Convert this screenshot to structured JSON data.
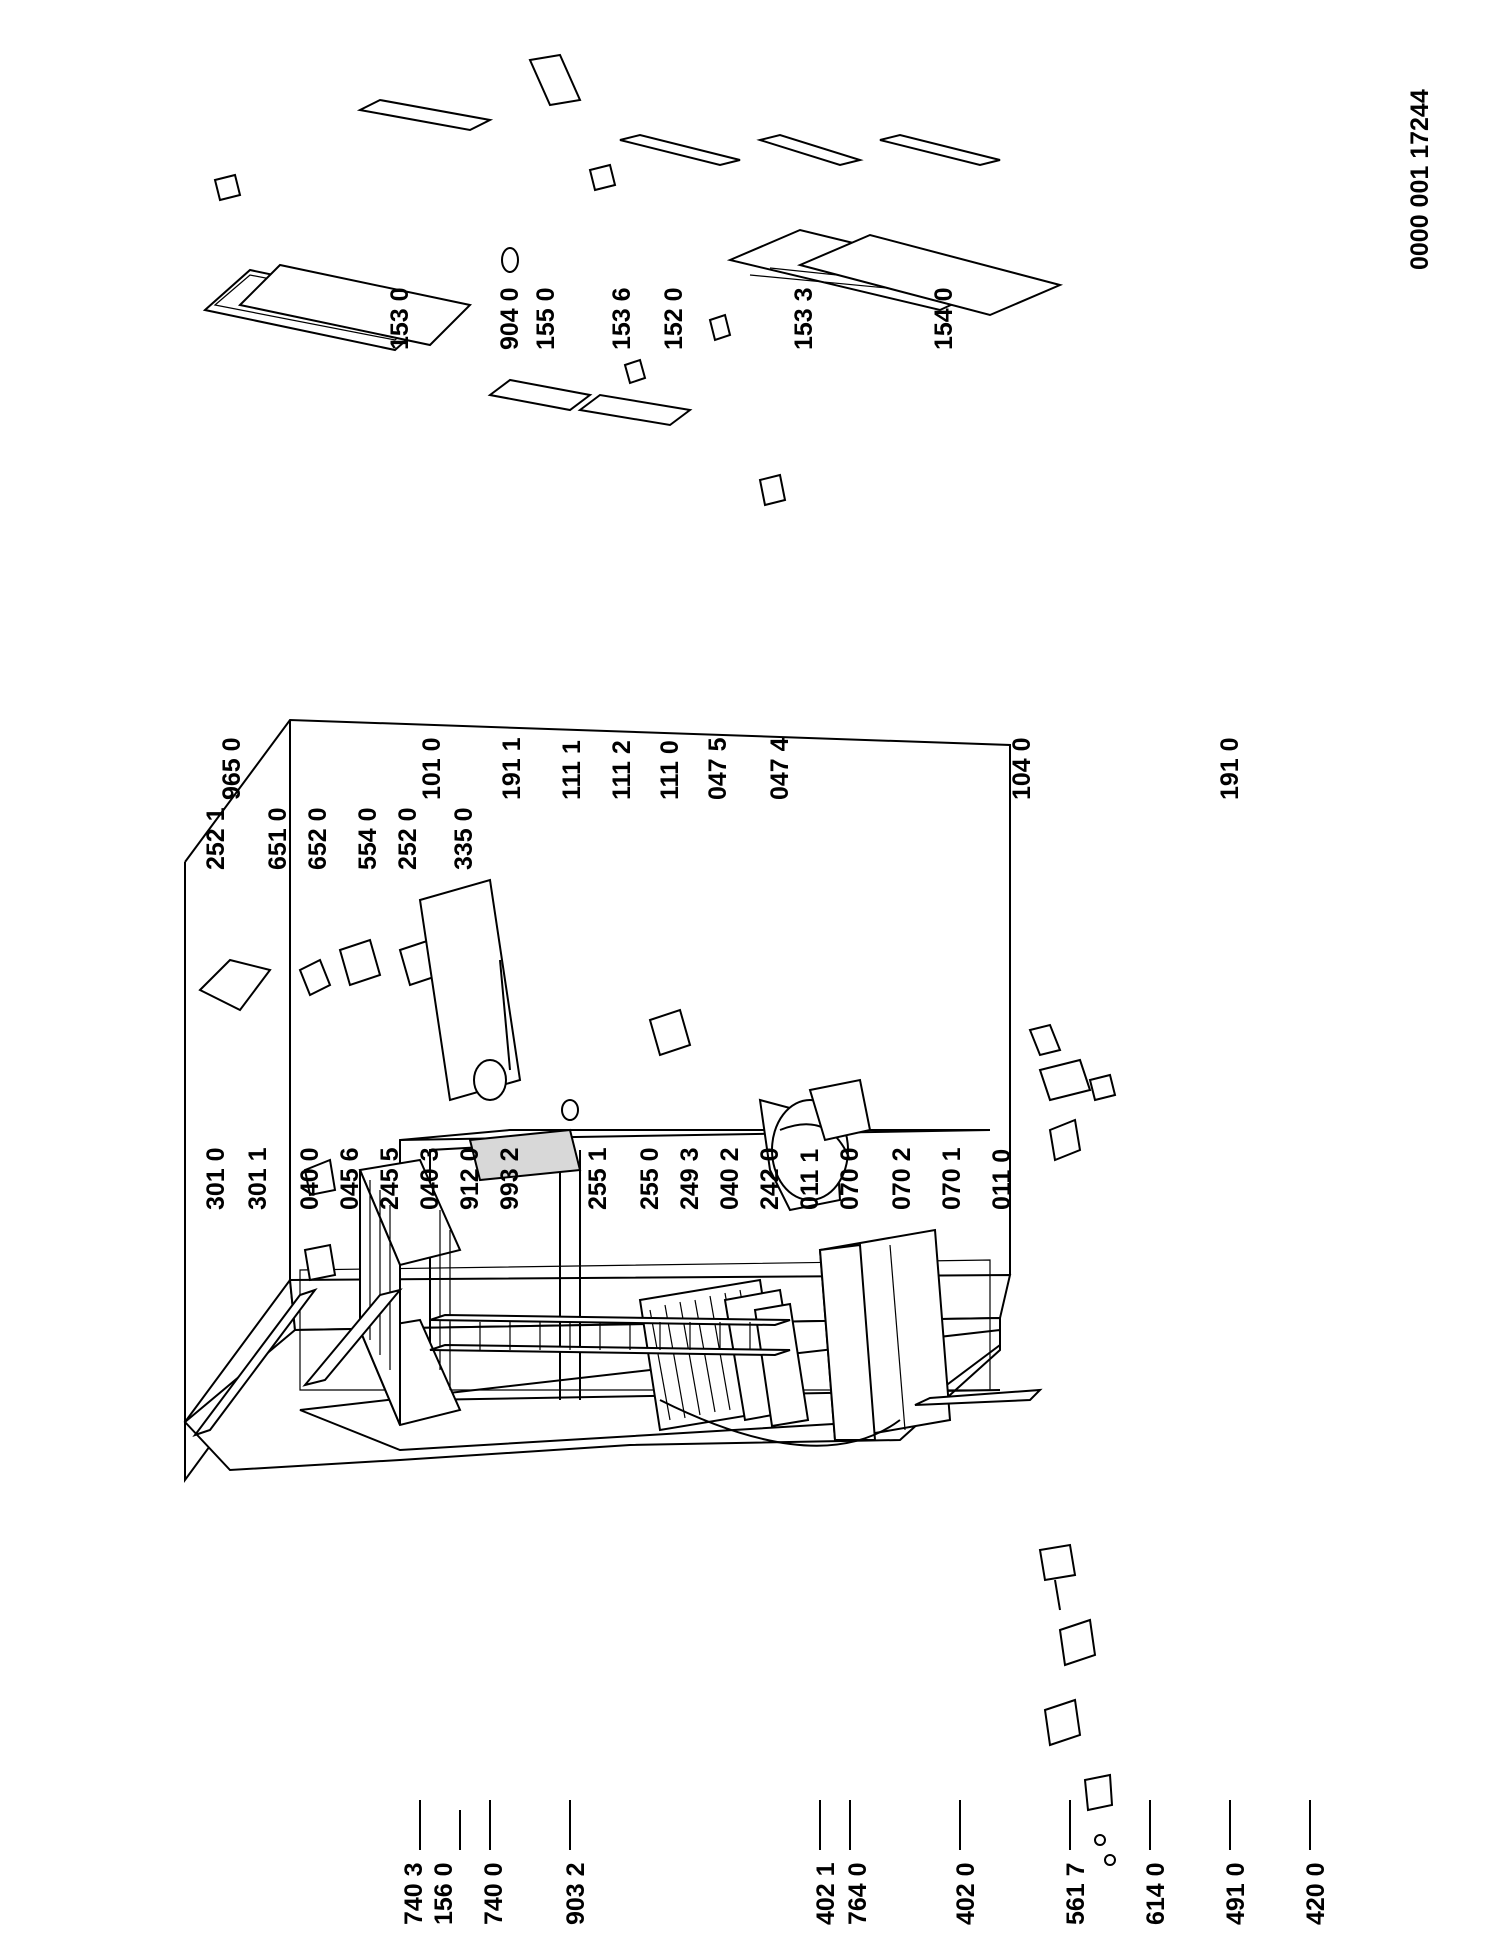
{
  "document": {
    "id": "0000 001 17244"
  },
  "labels": {
    "l7403": "740 3",
    "l1560": "156 0",
    "l7400": "740 0",
    "l9032": "903 2",
    "l4021": "402 1",
    "l7640": "764 0",
    "l4020": "402 0",
    "l5617": "561 7",
    "l6140": "614 0",
    "l4910": "491 0",
    "l4200": "420 0",
    "l3010": "301 0",
    "l3011": "301 1",
    "l0400": "040 0",
    "l0456": "045 6",
    "l2455": "245 5",
    "l0403": "040 3",
    "l9120": "912 0",
    "l9932": "993 2",
    "l2551": "255 1",
    "l2550": "255 0",
    "l2493": "249 3",
    "l0402": "040 2",
    "l2420": "242 0",
    "l0111": "011 1",
    "l0700": "070 0",
    "l0702": "070 2",
    "l0701": "070 1",
    "l0110": "011 0",
    "l2521": "252 1",
    "l6510": "651 0",
    "l6520": "652 0",
    "l5540": "554 0",
    "l2520": "252 0",
    "l3350": "335 0",
    "l9650": "965 0",
    "l1010": "101 0",
    "l1911": "191 1",
    "l1111": "111 1",
    "l1112": "111 2",
    "l1110": "111 0",
    "l0475": "047 5",
    "l0474": "047 4",
    "l1040": "104 0",
    "l1910": "191 0",
    "l1530": "153 0",
    "l9040": "904 0",
    "l1550": "155 0",
    "l1536": "153 6",
    "l1520": "152 0",
    "l1533": "153 3",
    "l1540": "154 0"
  }
}
